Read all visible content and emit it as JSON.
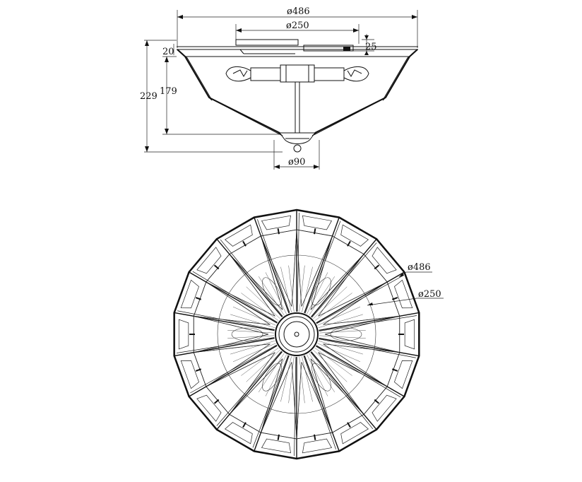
{
  "side_view": {
    "dim_overall_diameter": "ø486",
    "dim_base_diameter": "ø250",
    "dim_canopy_offset": "25",
    "dim_canopy_height": "20",
    "dim_total_height": "229",
    "dim_shade_height": "179",
    "dim_bottom_diameter": "ø90"
  },
  "plan_view": {
    "dim_overall_diameter": "ø486",
    "dim_base_diameter": "ø250",
    "segment_count": 18
  },
  "colors": {
    "line": "#111111",
    "background": "#ffffff"
  }
}
